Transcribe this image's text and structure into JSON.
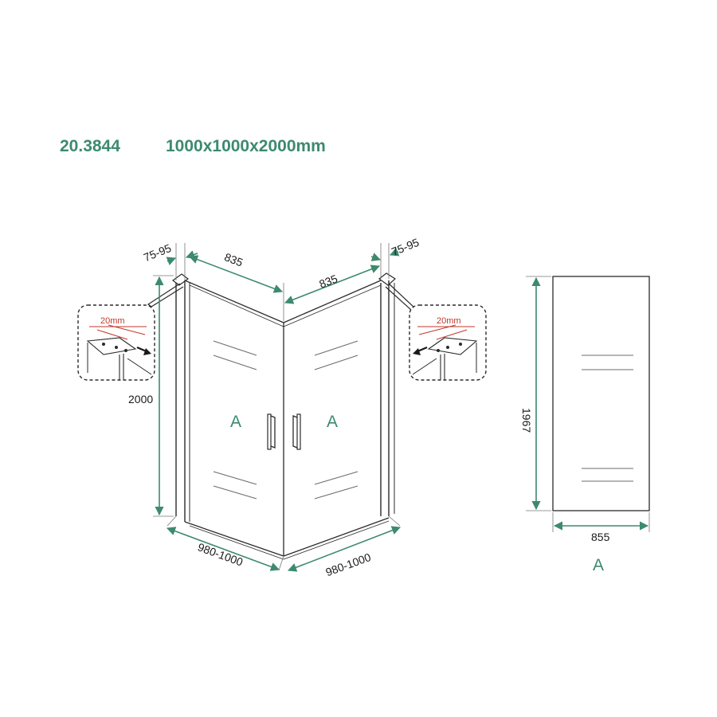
{
  "header": {
    "article_number": "20.3844",
    "dimensions": "1000x1000x2000mm"
  },
  "plan_view": {
    "left_adjust": "75-95",
    "right_adjust": "75-95",
    "left_door_width": "835",
    "right_door_width": "835",
    "height": "2000",
    "left_depth": "980-1000",
    "right_depth": "980-1000",
    "left_panel_label": "A",
    "right_panel_label": "A",
    "detail_left_gap": "20mm",
    "detail_right_gap": "20mm"
  },
  "side_view": {
    "height": "1967",
    "width": "855",
    "label": "A"
  },
  "colors": {
    "accent": "#3d8a6e",
    "line": "#2b2b2b",
    "detail_red": "#c0392b"
  }
}
